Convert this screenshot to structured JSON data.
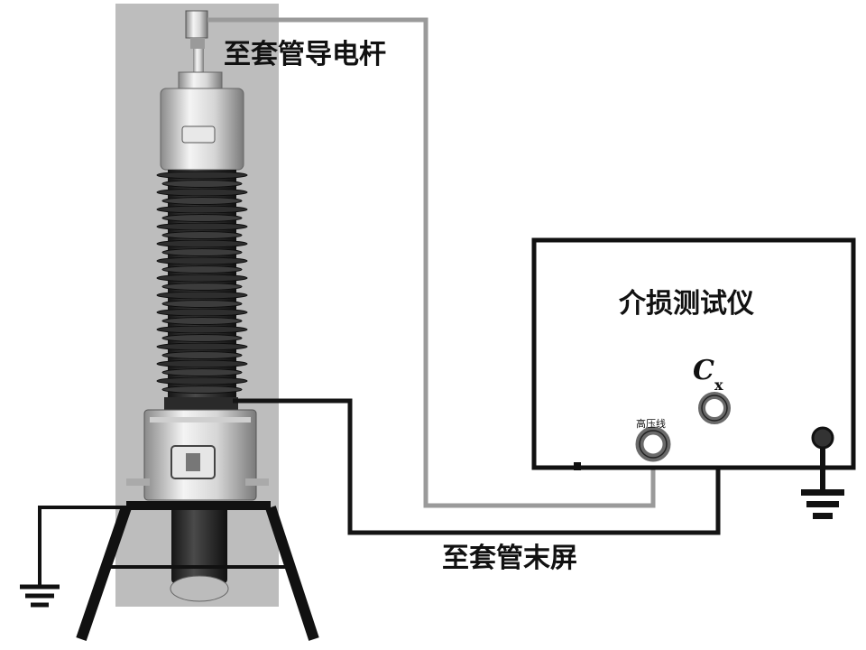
{
  "labels": {
    "bushing_conductor": "至套管导电杆",
    "bushing_end_screen": "至套管末屏",
    "instrument_title": "介损测试仪",
    "hv_terminal": "高压线",
    "cx_main": "C",
    "cx_sub": "x"
  },
  "colors": {
    "wire_hv": "#9a9a9a",
    "wire_signal": "#141414",
    "background_panel": "#bdbdbd",
    "porcelain": "#2a2a2a"
  }
}
